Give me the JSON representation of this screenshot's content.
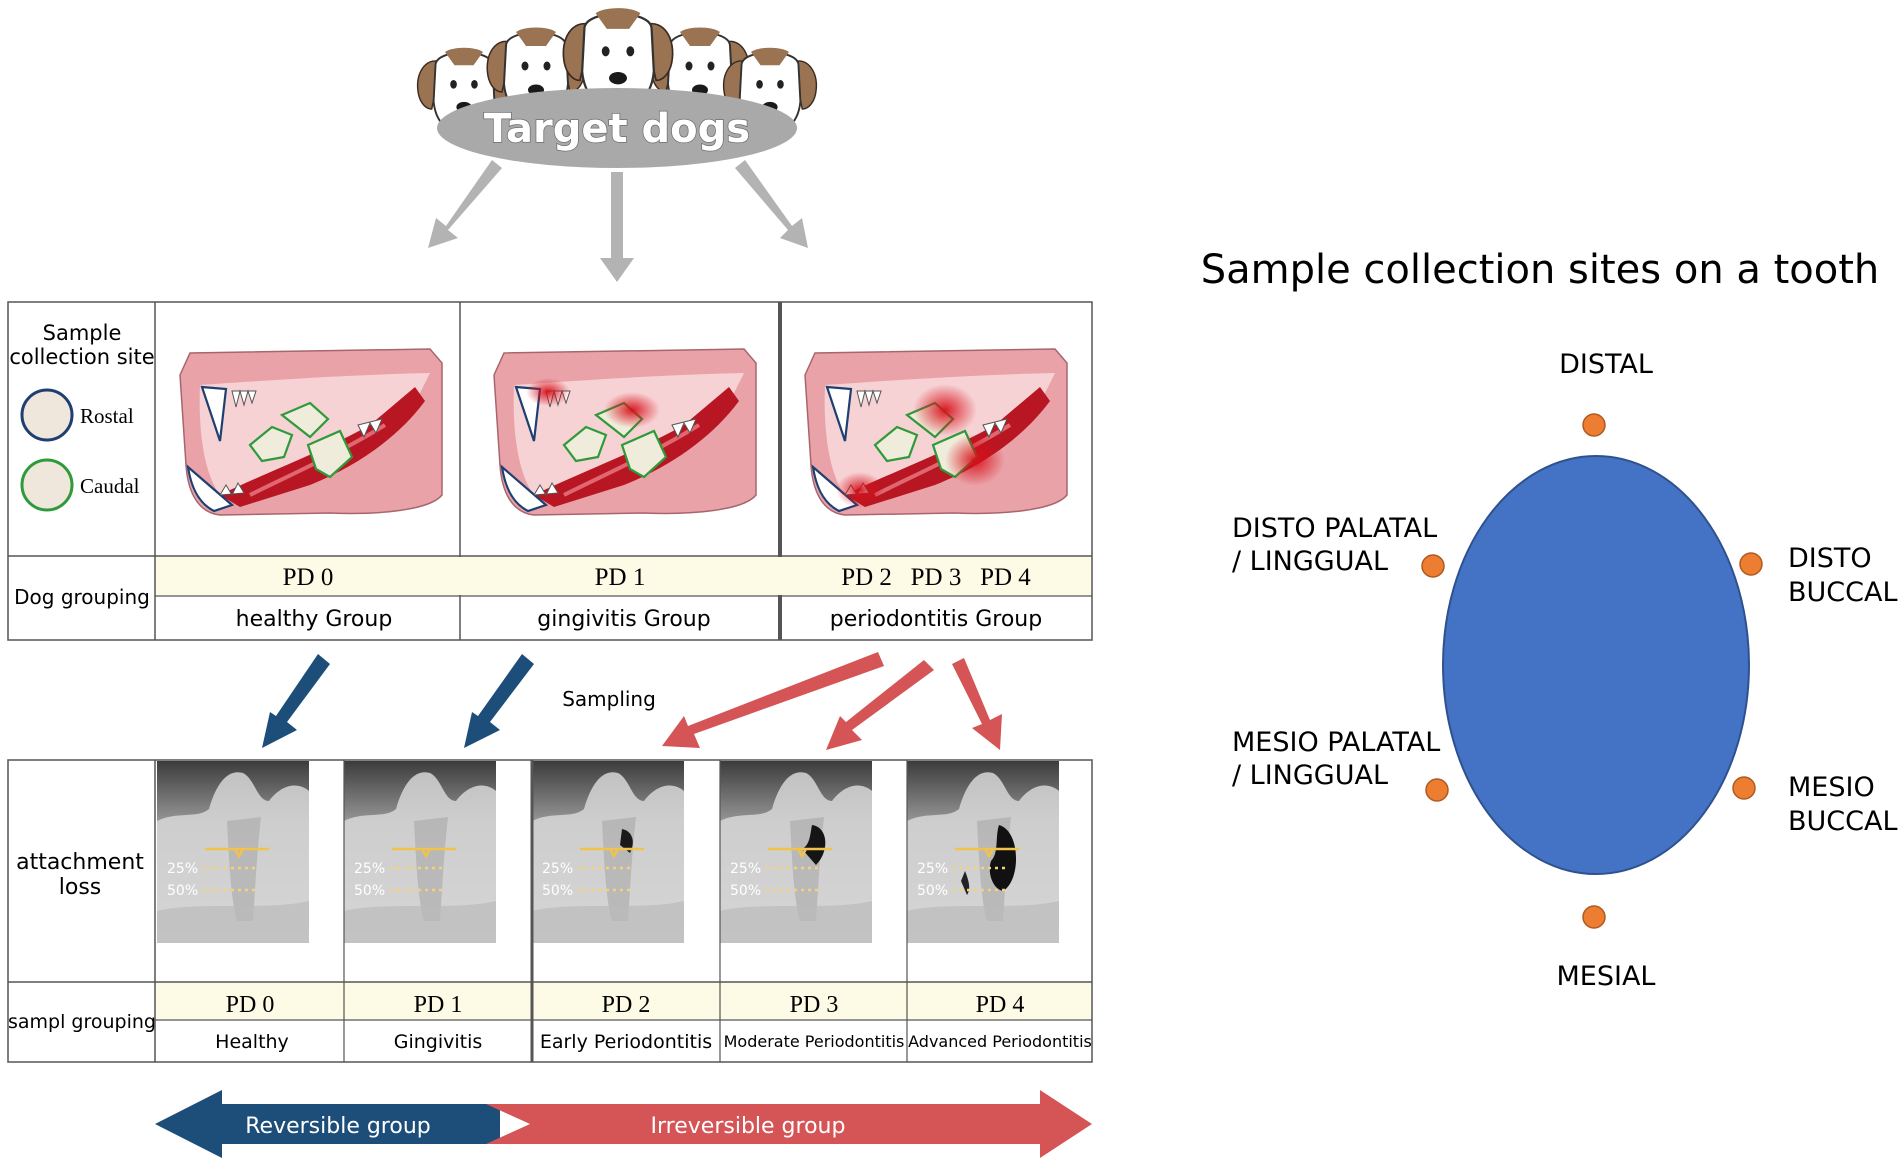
{
  "top": {
    "label": "Target dogs"
  },
  "table1": {
    "site_header": "Sample collection site",
    "legend": [
      {
        "label": "Rostal",
        "color": "#1f3f73"
      },
      {
        "label": "Caudal",
        "color": "#2e9a3a"
      }
    ],
    "grouping_header": "Dog grouping",
    "columns": [
      {
        "pd": "PD 0",
        "group": "healthy Group"
      },
      {
        "pd": "PD 1",
        "group": "gingivitis Group"
      },
      {
        "pd": "PD 2   PD 3   PD 4",
        "group": "periodontitis Group"
      }
    ]
  },
  "sampling_label": "Sampling",
  "table2": {
    "row1_header": "attachment loss",
    "row2_header": "sampl grouping",
    "percent_labels": [
      "25%",
      "50%"
    ],
    "columns": [
      {
        "pd": "PD 0",
        "label": "Healthy"
      },
      {
        "pd": "PD 1",
        "label": "Gingivitis"
      },
      {
        "pd": "PD 2",
        "label": "Early Periodontitis"
      },
      {
        "pd": "PD 3",
        "label": "Moderate Periodontitis"
      },
      {
        "pd": "PD 4",
        "label": "Advanced Periodontitis"
      }
    ]
  },
  "bottom_arrow": {
    "left": "Reversible group",
    "right": "Irreversible group",
    "left_color": "#1d4d79",
    "right_color": "#d55456"
  },
  "tooth": {
    "title": "Sample collection sites on a tooth",
    "oval_color": "#4472c4",
    "dot_color": "#ed7d31",
    "sites": {
      "distal": "DISTAL",
      "disto_palatal": [
        "DISTO PALATAL",
        "/ LINGGUAL"
      ],
      "disto_buccal": [
        "DISTO",
        "BUCCAL"
      ],
      "mesio_palatal": [
        "MESIO PALATAL",
        "/ LINGGUAL"
      ],
      "mesio_buccal": [
        "MESIO",
        "BUCCAL"
      ],
      "mesial": "MESIAL"
    }
  }
}
